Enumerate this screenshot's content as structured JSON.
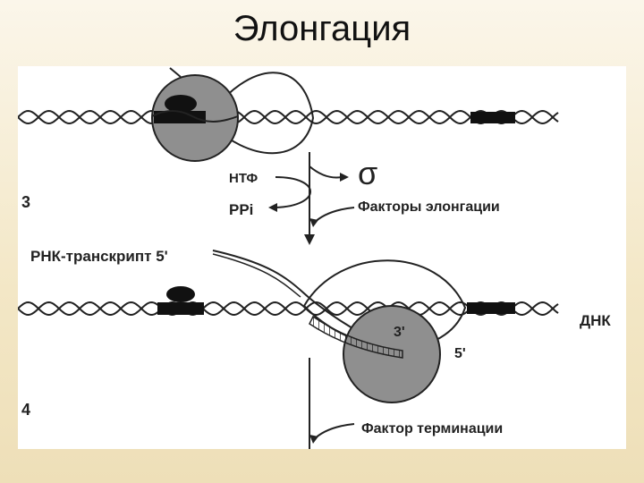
{
  "title": "Элонгация",
  "diagram": {
    "step3_number": "3",
    "step4_number": "4",
    "ntp_label": "НТФ",
    "sigma_label": "σ",
    "ppi_label": "PPi",
    "elongation_factors_label": "Факторы элонгации",
    "rna_transcript_label": "РНК-транскрипт 5'",
    "three_prime_label": "3'",
    "five_prime_label": "5'",
    "dna_label": "ДНК",
    "termination_factor_label": "Фактор терминации"
  }
}
